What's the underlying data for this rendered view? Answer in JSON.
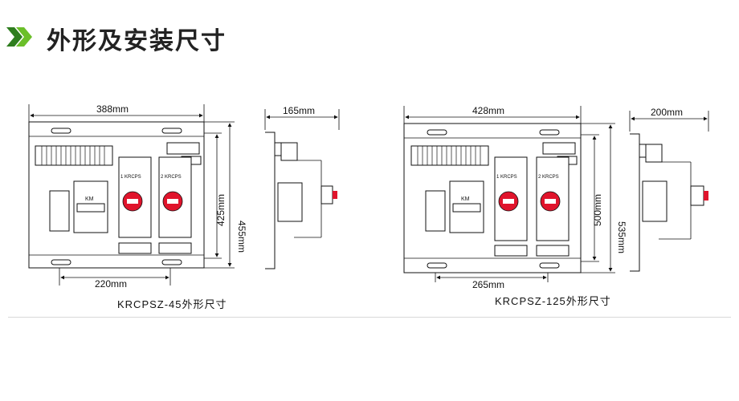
{
  "section": {
    "title": "外形及安装尺寸"
  },
  "left": {
    "dim_width": "388mm",
    "dim_mount_width": "220mm",
    "dim_height_inner": "425mm",
    "dim_height_outer": "455mm",
    "dim_depth": "165mm",
    "caption": "KRCPSZ-45外形尺寸",
    "km_label": "KM",
    "module1": "1 KRCPS",
    "module2": "2 KRCPS"
  },
  "right": {
    "dim_width": "428mm",
    "dim_mount_width": "265mm",
    "dim_height_inner": "500mm",
    "dim_height_outer": "535mm",
    "dim_depth": "200mm",
    "caption": "KRCPSZ-125外形尺寸",
    "km_label": "KM",
    "module1": "1 KRCPS",
    "module2": "2 KRCPS"
  },
  "colors": {
    "accent_green": "#6bbf2a",
    "accent_dark_green": "#2e7d1e",
    "knob_red": "#e0142c"
  }
}
